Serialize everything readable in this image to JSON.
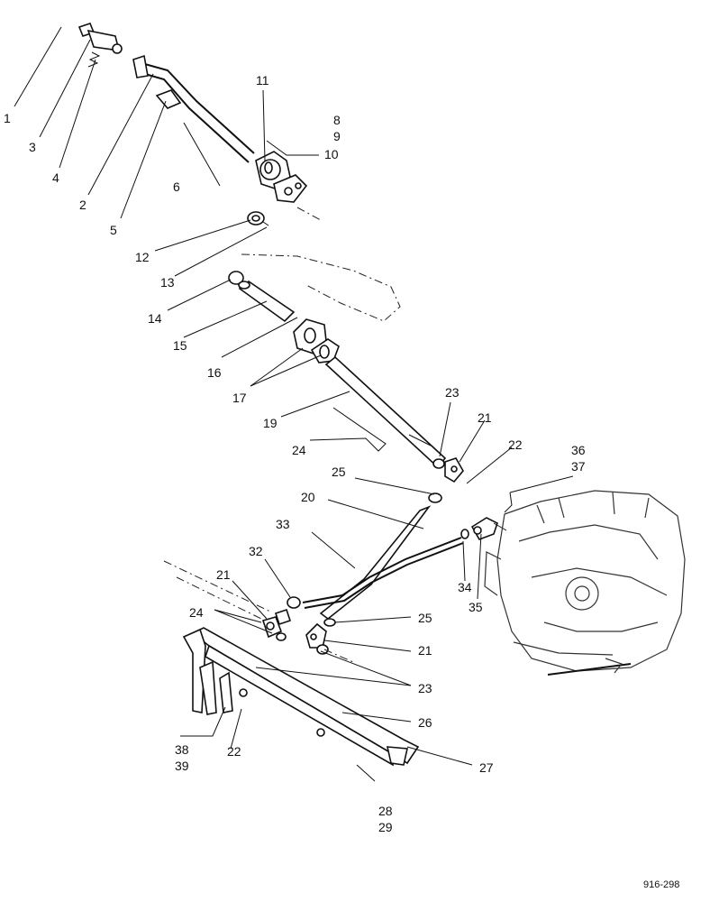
{
  "labels": {
    "l1": "1",
    "l2": "2",
    "l3": "3",
    "l4": "4",
    "l5": "5",
    "l6": "6",
    "l8": "8",
    "l9": "9",
    "l10": "10",
    "l11": "11",
    "l12": "12",
    "l13": "13",
    "l14": "14",
    "l15": "15",
    "l16": "16",
    "l17": "17",
    "l19": "19",
    "l20": "20",
    "l21a": "21",
    "l21b": "21",
    "l21c": "21",
    "l22a": "22",
    "l22b": "22",
    "l23a": "23",
    "l23b": "23",
    "l24a": "24",
    "l24b": "24",
    "l25a": "25",
    "l25b": "25",
    "l26": "26",
    "l27": "27",
    "l28": "28",
    "l29": "29",
    "l32": "32",
    "l33": "33",
    "l34": "34",
    "l35": "35",
    "l36": "36",
    "l37": "37",
    "l38": "38",
    "l39": "39"
  },
  "reference_code": "916-298"
}
